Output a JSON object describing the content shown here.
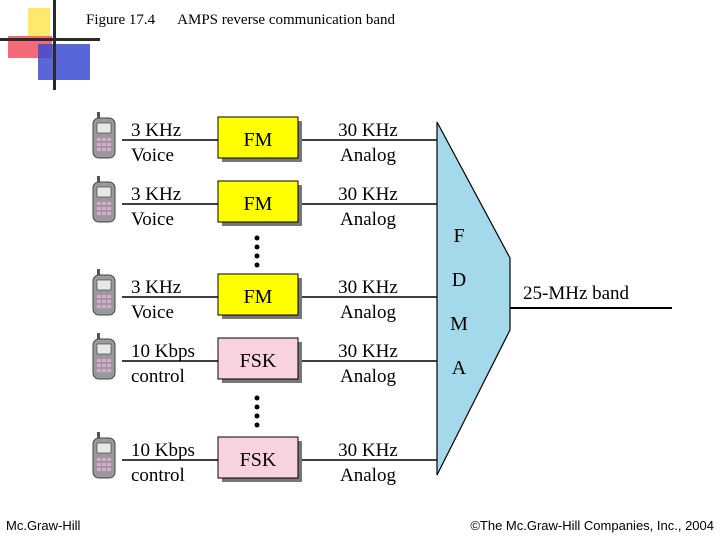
{
  "header": {
    "figure_number": "Figure 17.4",
    "figure_title": "AMPS reverse communication band"
  },
  "diagram": {
    "channels": [
      {
        "line1": "3 KHz",
        "line2": "Voice",
        "modulation": "FM",
        "out1": "30 KHz",
        "out2": "Analog",
        "kind": "voice"
      },
      {
        "line1": "3 KHz",
        "line2": "Voice",
        "modulation": "FM",
        "out1": "30 KHz",
        "out2": "Analog",
        "kind": "voice"
      },
      {
        "line1": "3 KHz",
        "line2": "Voice",
        "modulation": "FM",
        "out1": "30 KHz",
        "out2": "Analog",
        "kind": "voice"
      },
      {
        "line1": "10 Kbps",
        "line2": "control",
        "modulation": "FSK",
        "out1": "30 KHz",
        "out2": "Analog",
        "kind": "control"
      },
      {
        "line1": "10 Kbps",
        "line2": "control",
        "modulation": "FSK",
        "out1": "30 KHz",
        "out2": "Analog",
        "kind": "control"
      }
    ],
    "mux_letters": [
      "F",
      "D",
      "M",
      "A"
    ],
    "output_label": "25-MHz band",
    "colors": {
      "fm_box": "#ffff00",
      "fsk_box": "#f9d2e0",
      "mux": "#a3d9ea",
      "control_text": "#c0282c",
      "phone_body": "#9a9a9a",
      "phone_keys": "#d9a9d3"
    }
  },
  "footer": {
    "publisher": "Mc.Graw-Hill",
    "copyright": "©The Mc.Graw-Hill Companies, Inc., 2004"
  }
}
